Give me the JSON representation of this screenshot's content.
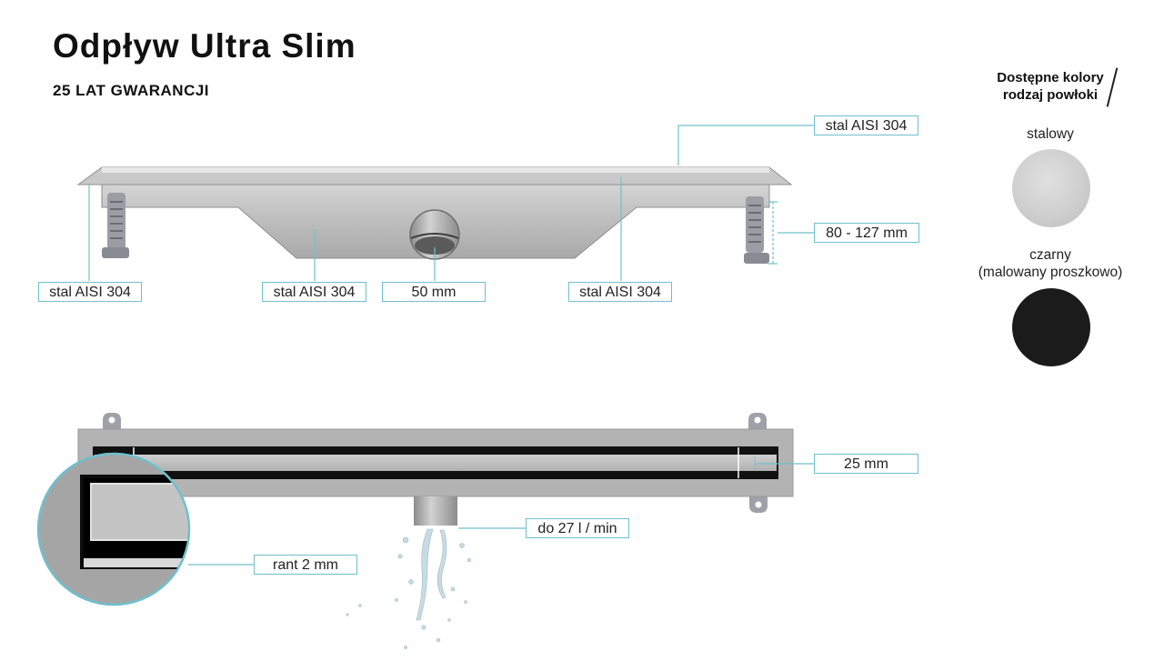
{
  "header": {
    "title": "Odpływ Ultra Slim",
    "subtitle": "25 LAT GWARANCJI"
  },
  "side_view": {
    "labels": {
      "top_right": "stal AISI 304",
      "height_range": "80 - 127 mm",
      "left_foot": "stal AISI 304",
      "body": "stal AISI 304",
      "outlet_diameter": "50 mm",
      "right_body": "stal AISI 304"
    }
  },
  "top_view": {
    "labels": {
      "slot_width": "25 mm",
      "flow_rate": "do 27 l / min",
      "rim": "rant 2 mm"
    }
  },
  "colors_panel": {
    "heading": "Dostępne kolory rodzaj powłoki",
    "options": [
      {
        "name": "stalowy",
        "note": "",
        "color": "#cfcfcf"
      },
      {
        "name": "czarny",
        "note": "(malowany proszkowo)",
        "color": "#1b1b1b"
      }
    ]
  },
  "theme": {
    "accent": "#6fc0cc",
    "steel": "#b5b5b5",
    "black": "#111111"
  }
}
